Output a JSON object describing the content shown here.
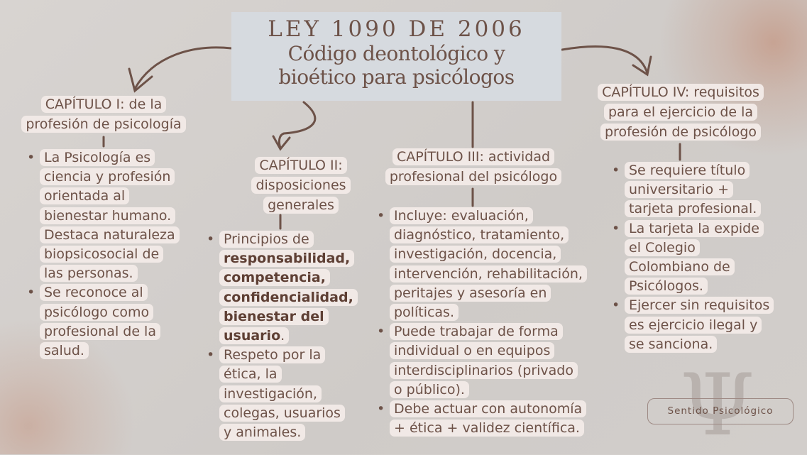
{
  "title": {
    "law": "LEY 1090 DE 2006",
    "subtitle_line1": "Código deontológico y",
    "subtitle_line2": "bioético para psicólogos"
  },
  "chapters": [
    {
      "heading_lines": [
        "CAPÍTULO I: de la",
        "profesión de psicología"
      ],
      "items": [
        [
          "La Psicología es",
          "ciencia y profesión",
          "orientada al",
          "bienestar humano.",
          "Destaca naturaleza",
          "biopsicosocial de",
          "las personas."
        ],
        [
          "Se reconoce al",
          "psicólogo como",
          "profesional de la",
          "salud."
        ]
      ]
    },
    {
      "heading_lines": [
        "CAPÍTULO II:",
        "disposiciones",
        "generales"
      ],
      "items": [
        {
          "lead": "Principios de",
          "bold": [
            "responsabilidad,",
            "competencia,",
            "confidencialidad,",
            "bienestar del"
          ],
          "last_bold": "usuario",
          "last_plain": "."
        },
        [
          "Respeto por la",
          "ética, la",
          "investigación,",
          "colegas, usuarios",
          "y animales."
        ]
      ]
    },
    {
      "heading_lines": [
        "CAPÍTULO III: actividad",
        "profesional del psicólogo"
      ],
      "items": [
        [
          "Incluye: evaluación,",
          "diagnóstico, tratamiento,",
          "investigación, docencia,",
          "intervención, rehabilitación,",
          "peritajes y asesoría en",
          "políticas."
        ],
        [
          "Puede trabajar de forma",
          "individual o en equipos",
          "interdisciplinarios (privado",
          "o público)."
        ],
        [
          "Debe actuar con autonomía",
          "+ ética + validez científica."
        ]
      ]
    },
    {
      "heading_lines": [
        "CAPÍTULO IV: requisitos",
        "para el ejercicio de la",
        "profesión de psicólogo"
      ],
      "items": [
        [
          "Se requiere título",
          "universitario +",
          "tarjeta profesional."
        ],
        [
          "La tarjeta la expide",
          "el Colegio",
          "Colombiano de",
          "Psicólogos."
        ],
        [
          "Ejercer sin requisitos",
          "es ejercicio ilegal y",
          "se sanciona."
        ]
      ]
    }
  ],
  "watermark": {
    "symbol": "Ψ",
    "label": "Sentido Psicológico"
  },
  "colors": {
    "text": "#6d5248",
    "highlight": "#f1e9e6",
    "title_box": "#d6dadf",
    "background": "#d3cfcc"
  }
}
